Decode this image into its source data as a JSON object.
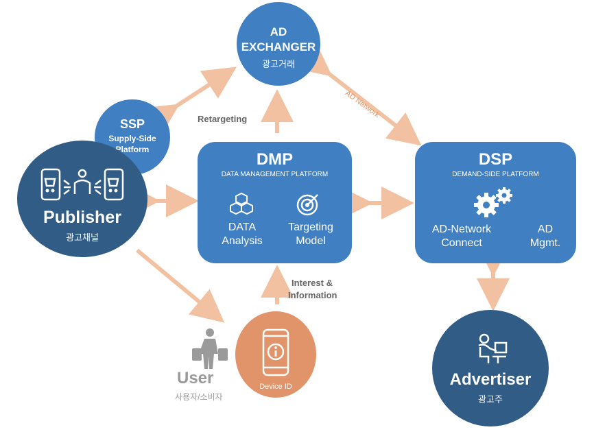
{
  "ad_exchanger": {
    "title_line1": "AD",
    "title_line2": "EXCHANGER",
    "subtitle": "광고거래"
  },
  "ssp": {
    "title": "SSP",
    "line1": "Supply-Side",
    "line2": "Platform"
  },
  "publisher": {
    "title": "Publisher",
    "subtitle": "광고채널"
  },
  "dmp": {
    "title": "DMP",
    "subtitle": "DATA MANAGEMENT PLATFORM",
    "feature_1": "DATA\nAnalysis",
    "feature_2": "Targeting\nModel"
  },
  "dsp": {
    "title": "DSP",
    "subtitle": "DEMAND-SIDE PLATFORM",
    "feature_1": "AD-Network\nConnect",
    "feature_2": "AD\nMgmt."
  },
  "device": {
    "label": "Device ID"
  },
  "user": {
    "title": "User",
    "subtitle": "사용자/소비자"
  },
  "advertiser": {
    "title": "Advertiser",
    "subtitle": "광고주"
  },
  "edges": {
    "retargeting": "Retargeting",
    "ad_network": "AD Network",
    "interest_line1": "Interest &",
    "interest_line2": "Information"
  },
  "colors": {
    "node_blue": "#3f7fc2",
    "node_dark_blue": "#305c86",
    "accent_orange": "#e1946a",
    "arrow": "#f2c1a1",
    "label_gray": "#666666"
  },
  "icons": [
    "cube-cluster-icon",
    "target-icon",
    "gears-icon",
    "info-phone-icon",
    "shopping-person-icon",
    "people-network-icon",
    "worker-at-desk-icon"
  ]
}
